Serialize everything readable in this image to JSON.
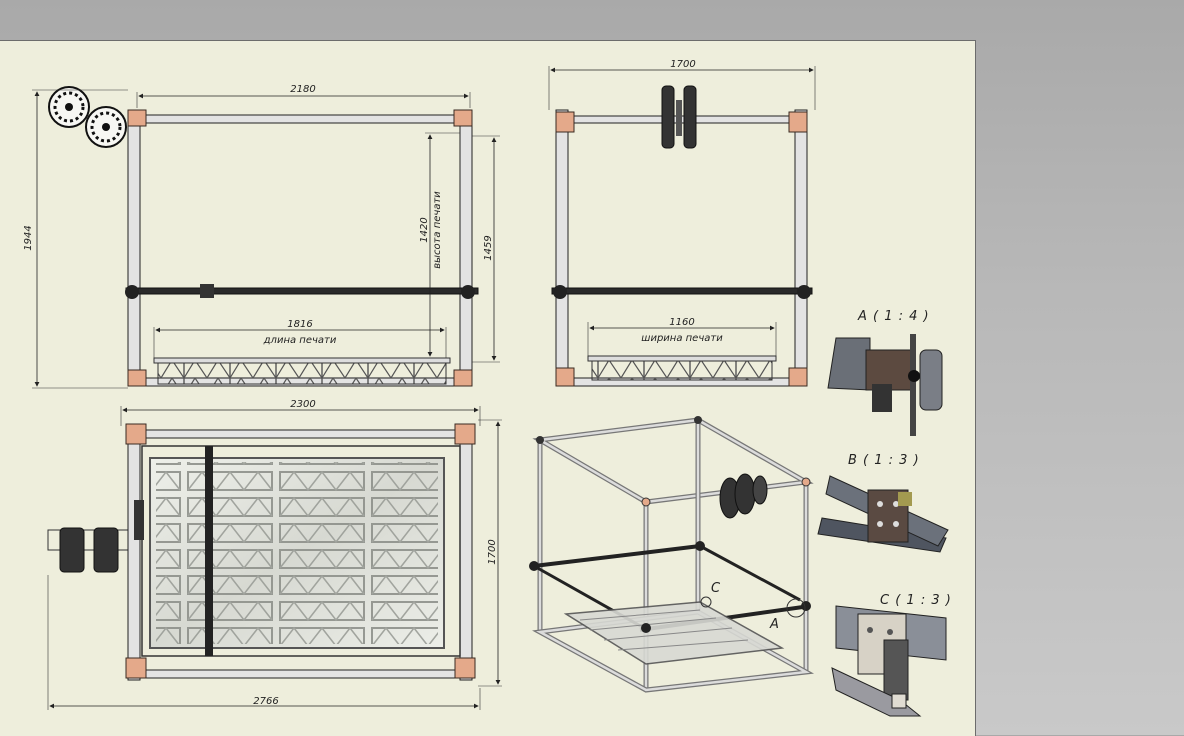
{
  "dimensions": {
    "front": {
      "width": "2180",
      "height_total": "1944",
      "height_frame": "1459",
      "print_height_value": "1420",
      "print_height_label": "высота печати",
      "print_length_value": "1816",
      "print_length_label": "длина печати"
    },
    "side": {
      "width": "1700",
      "print_width_value": "1160",
      "print_width_label": "ширина печати"
    },
    "top": {
      "width": "2300",
      "total_width": "2766",
      "depth": "1700"
    }
  },
  "details": {
    "a": "A ( 1 : 4 )",
    "b": "B ( 1 : 3 )",
    "c": "C ( 1 : 3 )"
  },
  "callouts": {
    "a": "A",
    "c": "C"
  },
  "colors": {
    "sheet": "#eeeedc",
    "corner_bracket": "#e4a98a",
    "profile": "#e3e3e3",
    "background": "#b3b3b3"
  }
}
